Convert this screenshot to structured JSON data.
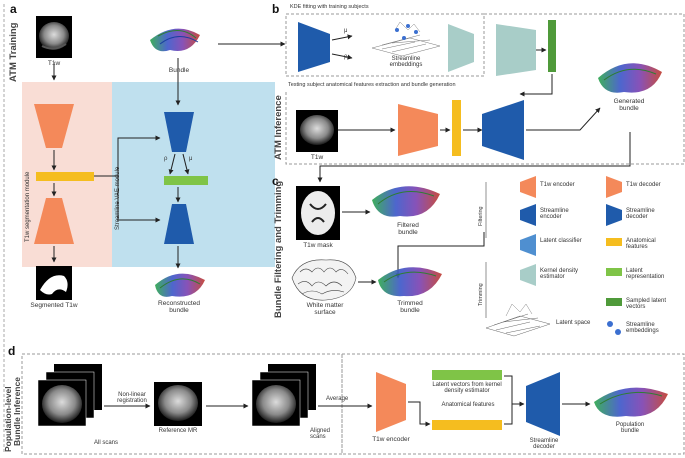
{
  "panels": {
    "a": {
      "letter": "a",
      "side_label": "ATM Training",
      "t1w_label": "T1w",
      "bundle_label": "Bundle",
      "seg_module_label": "T1w segmentation module",
      "vae_module_label": "Streamline VAE module",
      "rho": "ρ",
      "mu": "μ",
      "segmented_label": "Segmented T1w",
      "reconstructed_label": "Reconstructed bundle"
    },
    "b": {
      "letter": "b",
      "side_label": "ATM Inference",
      "kde_title": "KDE fitting with training subjects",
      "mu": "μ",
      "rho": "ρ",
      "embeddings_label": "Streamline embeddings",
      "test_subject_label": "Testing subject anatomical features extraction and bundle generation",
      "t1w_label": "T1w",
      "generated_label": "Generated bundle"
    },
    "c": {
      "letter": "c",
      "side_label": "Bundle Filtering and Trimming",
      "t1w_mask_label": "T1w mask",
      "filtered_label": "Filtered bundle",
      "wm_label": "White matter surface",
      "trimmed_label": "Trimmed bundle",
      "filtering_label": "Filtering",
      "trimming_label": "Trimming",
      "latent_space_label": "Latent space"
    },
    "d": {
      "letter": "d",
      "side_label_1": "Population-level",
      "side_label_2": "Bundle Inference",
      "all_scans_label": "All scans",
      "nonlinear_label": "Non-linear registration",
      "reference_label": "Reference MR",
      "aligned_label": "Aligned scans",
      "average_label": "Average",
      "encoder_label": "T1w encoder",
      "latent_kde_label": "Latent vectors from kernel density estimator",
      "anat_features_label": "Anatomical features",
      "decoder_label": "Streamline decoder",
      "population_label": "Population bundle"
    }
  },
  "legend": {
    "items": [
      {
        "label": "T1w encoder",
        "icon": "orange-trapezoid-icon"
      },
      {
        "label": "T1w decoder",
        "icon": "orange-trapezoid-icon"
      },
      {
        "label": "Streamline encoder",
        "icon": "blue-trapezoid-icon"
      },
      {
        "label": "Streamline decoder",
        "icon": "blue-trapezoid-icon"
      },
      {
        "label": "Latent classifier",
        "icon": "lightblue-trapezoid-icon"
      },
      {
        "label": "Anatomical features",
        "icon": "yellow-bar-icon"
      },
      {
        "label": "Kernel density estimator",
        "icon": "teal-trapezoid-icon"
      },
      {
        "label": "Latent representation",
        "icon": "lightgreen-bar-icon"
      },
      {
        "label": "Latent space",
        "icon": "mesh-icon"
      },
      {
        "label": "Sampled latent vectors",
        "icon": "darkgreen-bar-icon"
      },
      {
        "label": "Streamline embeddings",
        "icon": "dots-icon"
      }
    ]
  },
  "colors": {
    "orange": "#f4895a",
    "blue": "#1f5bab",
    "lightblue": "#4f8fd0",
    "yellow": "#f5bd1f",
    "lightgreen": "#7fc447",
    "darkgreen": "#4f9a3a",
    "teal": "#a8cdc8",
    "pink_bg": "#f9ddd5",
    "blue_bg": "#bfe0ee"
  }
}
